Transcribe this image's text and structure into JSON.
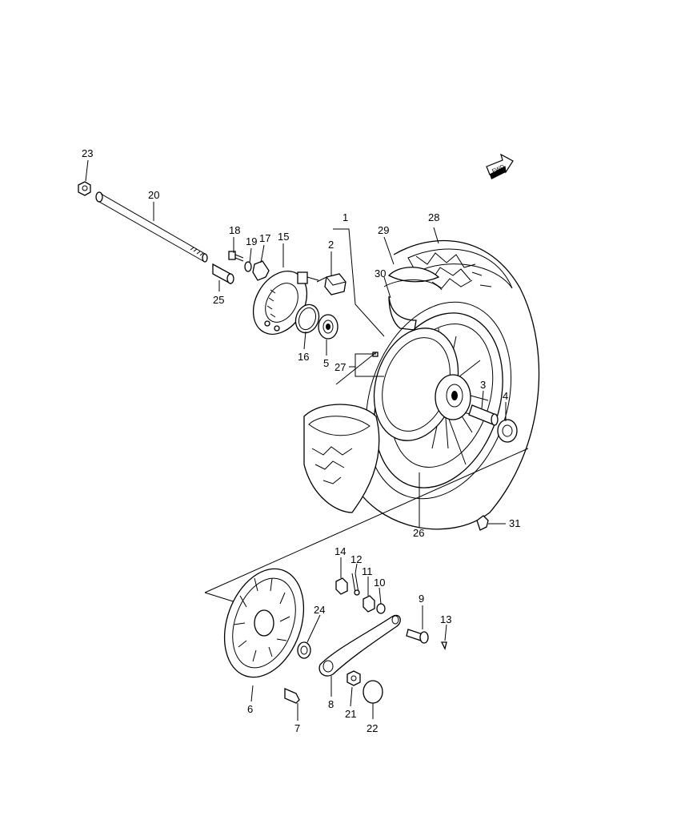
{
  "diagram": {
    "fwd_badge": "FWD",
    "callouts": [
      {
        "id": "23",
        "label": "23"
      },
      {
        "id": "20",
        "label": "20"
      },
      {
        "id": "18",
        "label": "18"
      },
      {
        "id": "19",
        "label": "19"
      },
      {
        "id": "17",
        "label": "17"
      },
      {
        "id": "15",
        "label": "15"
      },
      {
        "id": "2",
        "label": "2"
      },
      {
        "id": "1",
        "label": "1"
      },
      {
        "id": "29",
        "label": "29"
      },
      {
        "id": "28",
        "label": "28"
      },
      {
        "id": "30",
        "label": "30"
      },
      {
        "id": "25",
        "label": "25"
      },
      {
        "id": "16",
        "label": "16"
      },
      {
        "id": "5",
        "label": "5"
      },
      {
        "id": "27",
        "label": "27"
      },
      {
        "id": "3",
        "label": "3"
      },
      {
        "id": "4",
        "label": "4"
      },
      {
        "id": "26",
        "label": "26"
      },
      {
        "id": "31",
        "label": "31"
      },
      {
        "id": "14",
        "label": "14"
      },
      {
        "id": "12",
        "label": "12"
      },
      {
        "id": "11",
        "label": "11"
      },
      {
        "id": "10",
        "label": "10"
      },
      {
        "id": "9",
        "label": "9"
      },
      {
        "id": "13",
        "label": "13"
      },
      {
        "id": "24",
        "label": "24"
      },
      {
        "id": "6",
        "label": "6"
      },
      {
        "id": "7",
        "label": "7"
      },
      {
        "id": "8",
        "label": "8"
      },
      {
        "id": "21",
        "label": "21"
      },
      {
        "id": "22",
        "label": "22"
      }
    ]
  }
}
